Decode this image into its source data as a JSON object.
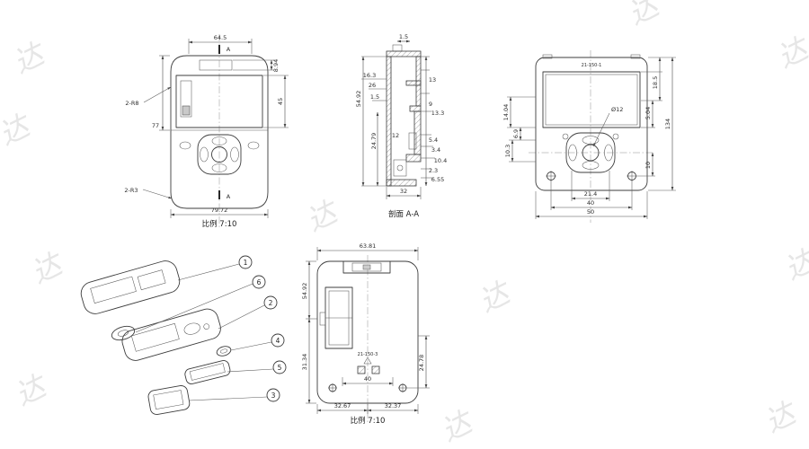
{
  "watermark": {
    "text": "达",
    "color": "#e6e6e6"
  },
  "front_view": {
    "scale_label": "比例 7:10",
    "section_marker_top": "A",
    "section_marker_bottom": "A",
    "dim_top_width": "64.5",
    "dim_window_height": "8.94",
    "dim_left_height": "77",
    "dim_screen_height": "45",
    "dim_bottom_width": "79.72",
    "label_corner_radius_top": "2-R8",
    "label_corner_radius_bottom": "2-R3"
  },
  "section_view": {
    "title": "剖面 A-A",
    "dim_cap": "1.5",
    "dim_163": "16.3",
    "dim_26": "26",
    "dim_wall": "1.5",
    "dim_5492": "54.92",
    "dim_2479": "24.79",
    "dim_12": "12",
    "dim_13": "13",
    "dim_9": "9",
    "dim_133": "13.3",
    "dim_54": "5.4",
    "dim_34": "3.4",
    "dim_104": "10.4",
    "dim_23": "2.3",
    "dim_655": "6.55",
    "dim_32": "32"
  },
  "back_view": {
    "part_number": "21-150-1",
    "dim_hole_dia": "Ø12",
    "dim_1404": "14.04",
    "dim_69": "6.9",
    "dim_103": "10.3",
    "dim_185": "18.5",
    "dim_504": "5.04",
    "dim_134": "134",
    "dim_10": "10",
    "dim_214": "21.4",
    "dim_40": "40",
    "dim_50": "50"
  },
  "exploded_view": {
    "balloons": [
      "1",
      "6",
      "2",
      "4",
      "5",
      "3"
    ]
  },
  "internal_view": {
    "part_number": "21-150-3",
    "scale_label": "比例 7:10",
    "dim_6381": "63.81",
    "dim_5492": "54.92",
    "dim_3134": "31.34",
    "dim_2478": "24.78",
    "dim_40": "40",
    "dim_3267": "32.67",
    "dim_3237": "32.37"
  }
}
